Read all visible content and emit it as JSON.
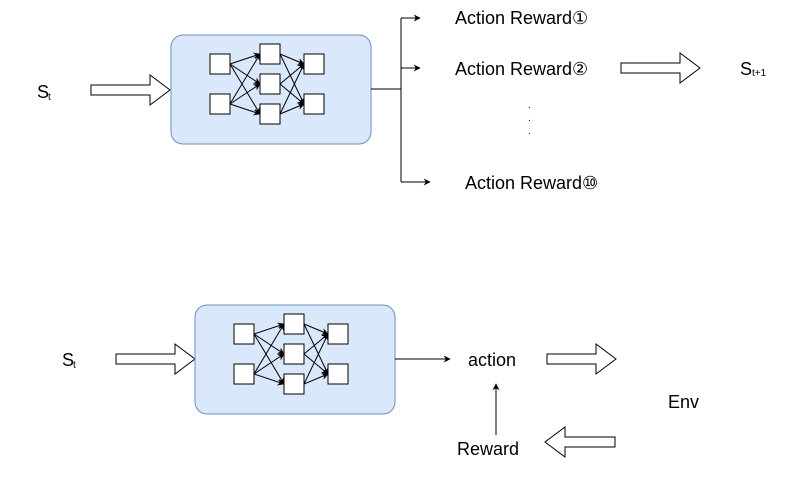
{
  "top": {
    "state_in": {
      "main": "S",
      "sub": "t"
    },
    "outputs": [
      "Action Reward①",
      "Action Reward②",
      "Action Reward⑩"
    ],
    "ellipsis": [
      ".",
      ".",
      "."
    ],
    "state_out": {
      "main": "S",
      "sub": "t+1"
    }
  },
  "bottom": {
    "state_in": {
      "main": "S",
      "sub": "t"
    },
    "action_label": "action",
    "reward_label": "Reward",
    "env_label": "Env"
  },
  "colors": {
    "network_fill": "#dae8fc",
    "network_stroke": "#6c8ebf",
    "line": "#000000"
  }
}
